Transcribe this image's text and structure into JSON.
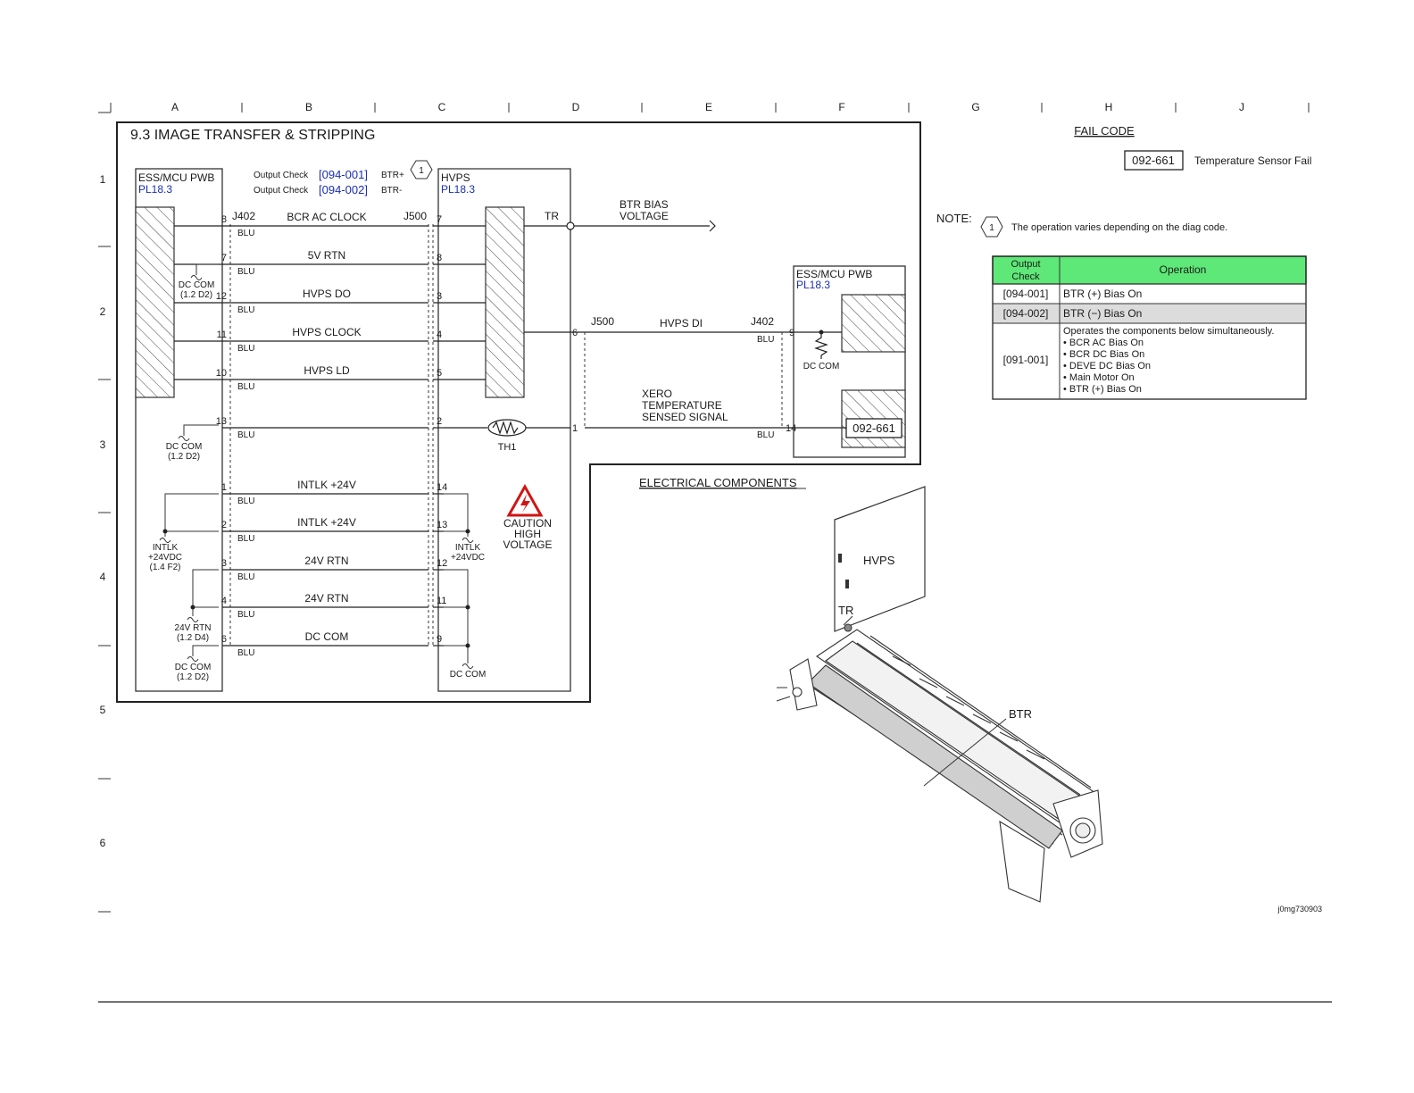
{
  "grid": {
    "columns": [
      "A",
      "B",
      "C",
      "D",
      "E",
      "F",
      "G",
      "H",
      "J"
    ],
    "rows": [
      "1",
      "2",
      "3",
      "4",
      "5",
      "6"
    ]
  },
  "title": "9.3 IMAGE TRANSFER & STRIPPING",
  "output_checks": [
    {
      "label": "Output Check",
      "code": "[094-001]",
      "suffix": "BTR+"
    },
    {
      "label": "Output Check",
      "code": "[094-002]",
      "suffix": "BTR-"
    }
  ],
  "note_marker": "1",
  "left_board": {
    "name": "ESS/MCU PWB",
    "ref": "PL18.3",
    "connector": "J402"
  },
  "hvps_board": {
    "name": "HVPS",
    "ref": "PL18.3",
    "connector": "J500",
    "output": "TR"
  },
  "btr_bias": {
    "line1": "BTR BIAS",
    "line2": "VOLTAGE"
  },
  "wire_color": "BLU",
  "signals": [
    {
      "name": "BCR AC CLOCK",
      "lpin": "8",
      "rpin": "7"
    },
    {
      "name": "5V RTN",
      "lpin": "7",
      "rpin": "8"
    },
    {
      "name": "HVPS DO",
      "lpin": "12",
      "rpin": "3"
    },
    {
      "name": "HVPS CLOCK",
      "lpin": "11",
      "rpin": "4"
    },
    {
      "name": "HVPS LD",
      "lpin": "10",
      "rpin": "5"
    },
    {
      "name": "",
      "lpin": "13",
      "rpin": "2"
    },
    {
      "name": "INTLK +24V",
      "lpin": "1",
      "rpin": "14"
    },
    {
      "name": "INTLK +24V",
      "lpin": "2",
      "rpin": "13"
    },
    {
      "name": "24V RTN",
      "lpin": "3",
      "rpin": "12"
    },
    {
      "name": "24V RTN",
      "lpin": "4",
      "rpin": "11"
    },
    {
      "name": "DC COM",
      "lpin": "6",
      "rpin": "9"
    }
  ],
  "left_refs": {
    "dc_com_1": {
      "l1": "DC COM",
      "l2": "(1.2 D2)"
    },
    "dc_com_2": {
      "l1": "DC COM",
      "l2": "(1.2 D2)"
    },
    "intlk": {
      "l1": "INTLK",
      "l2": "+24VDC",
      "l3": "(1.4 F2)"
    },
    "rtn": {
      "l1": "24V RTN",
      "l2": "(1.2 D4)"
    },
    "dc_com_3": {
      "l1": "DC COM",
      "l2": "(1.2 D2)"
    }
  },
  "hvps_refs": {
    "intlk": {
      "l1": "INTLK",
      "l2": "+24VDC"
    },
    "dc_com": "DC COM"
  },
  "thermistor": "TH1",
  "caution": {
    "l1": "CAUTION",
    "l2": "HIGH",
    "l3": "VOLTAGE"
  },
  "hvps_di": {
    "signal": "HVPS DI",
    "left_conn": "J500",
    "left_pin": "6",
    "right_conn": "J402",
    "right_pin": "9"
  },
  "xero": {
    "l1": "XERO",
    "l2": "TEMPERATURE",
    "l3": "SENSED SIGNAL",
    "left_pin": "1",
    "right_pin": "14"
  },
  "right_board": {
    "name": "ESS/MCU PWB",
    "ref": "PL18.3",
    "dc_com": "DC COM",
    "fail_tag": "092-661"
  },
  "fail_code": {
    "heading": "FAIL CODE",
    "code": "092-661",
    "desc": "Temperature Sensor Fail"
  },
  "note": {
    "label": "NOTE:",
    "marker": "1",
    "text": "The operation varies depending on the diag code."
  },
  "op_table": {
    "header_check_l1": "Output",
    "header_check_l2": "Check",
    "header_op": "Operation",
    "rows": [
      {
        "check": "[094-001]",
        "lines": [
          "BTR (+) Bias On"
        ]
      },
      {
        "check": "[094-002]",
        "lines": [
          "BTR (−) Bias On"
        ]
      },
      {
        "check": "[091-001]",
        "lines": [
          "Operates the components below simultaneously.",
          "• BCR AC Bias On",
          "• BCR DC Bias On",
          "• DEVE DC Bias On",
          "• Main Motor On",
          "• BTR (+) Bias On"
        ]
      }
    ],
    "header_color": "#5ee878",
    "shade_color": "#dcdcdc"
  },
  "components": {
    "heading": "ELECTRICAL COMPONENTS",
    "hvps": "HVPS",
    "tr": "TR",
    "btr": "BTR"
  },
  "image_id": "j0mg730903"
}
